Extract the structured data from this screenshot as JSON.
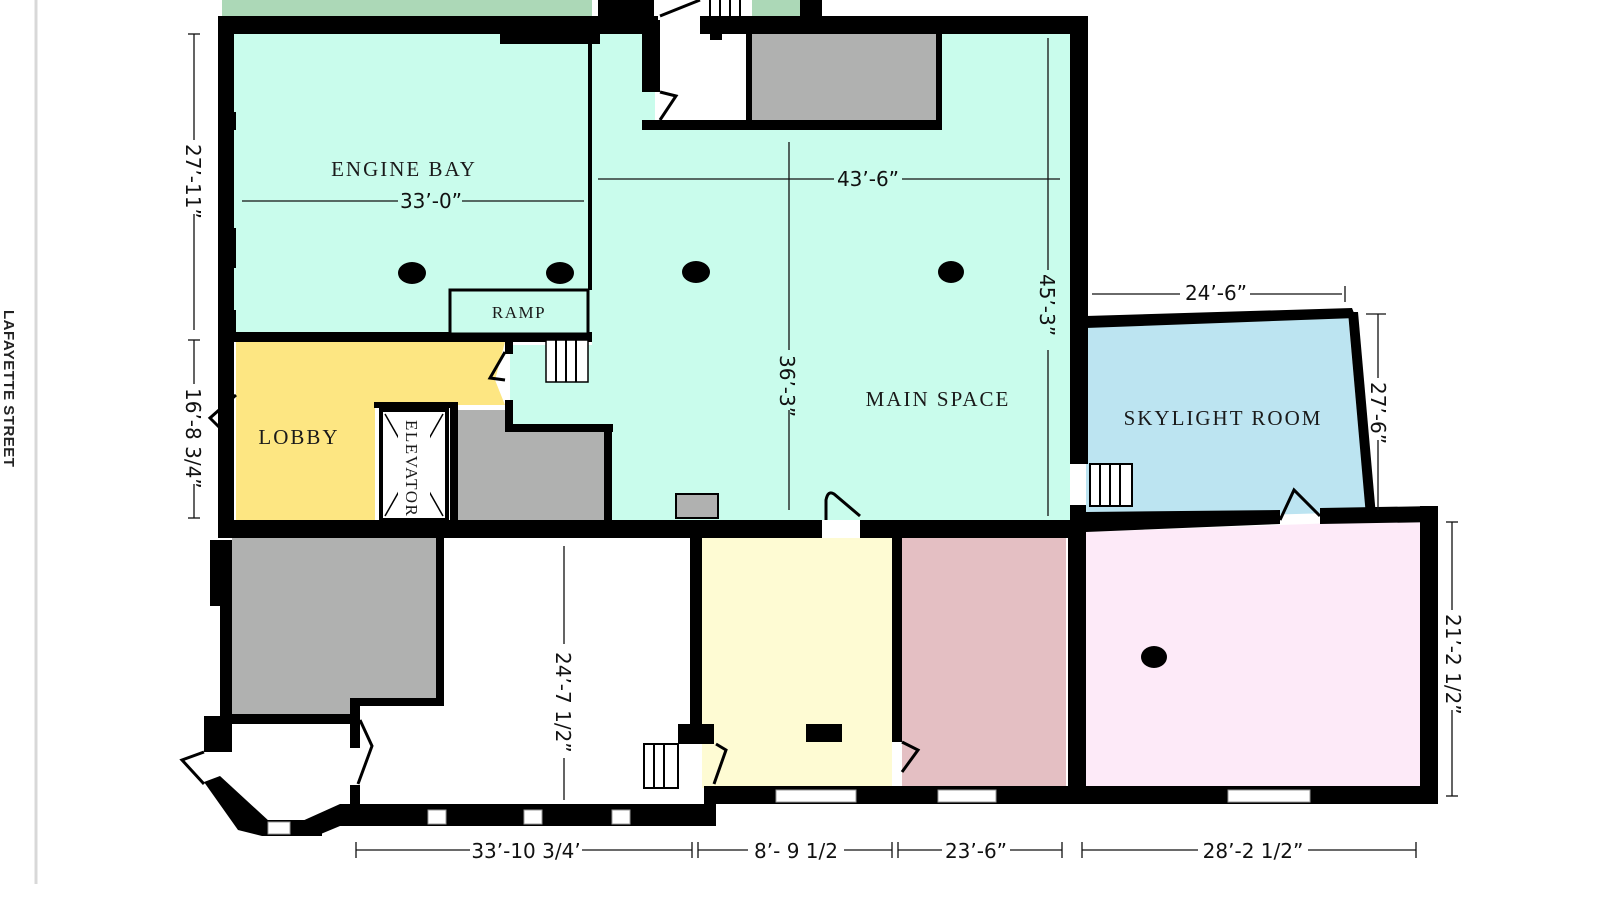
{
  "street": {
    "label": "LAFAYETTE STREET"
  },
  "rooms": {
    "engine_bay": {
      "label": "ENGINE BAY",
      "color": "#c9fcec"
    },
    "ramp": {
      "label": "RAMP"
    },
    "main_space": {
      "label": "MAIN SPACE",
      "color": "#c9fcec"
    },
    "lobby": {
      "label": "LOBBY",
      "color": "#fde682"
    },
    "elevator": {
      "label": "ELEVATOR"
    },
    "skylight_room": {
      "label": "SKYLIGHT ROOM",
      "color": "#bce4f1"
    },
    "pale_yellow_room": {
      "color": "#fefbd3"
    },
    "rose_room": {
      "color": "#e4bfc3"
    },
    "pink_room": {
      "color": "#fdeaf8"
    },
    "service_gray": {
      "color": "#b0b1b0"
    },
    "exterior_green": {
      "color": "#acd8b7"
    }
  },
  "dimensions": {
    "engine_bay_width": "33’-0”",
    "engine_bay_height": "27’-11”",
    "lobby_height": "16’-8 3/4”",
    "main_width": "43’-6”",
    "main_inner_height": "36’-3”",
    "main_height": "45’-3”",
    "skylight_width": "24’-6”",
    "skylight_height": "27’-6”",
    "rear_right_height": "21’-2 1/2”",
    "front_left_height": "24’-7 1/2”",
    "bottom_1": "33’-10 3/4’",
    "bottom_2": "8’- 9 1/2",
    "bottom_3": "23’-6”",
    "bottom_4": "28’-2 1/2”"
  }
}
